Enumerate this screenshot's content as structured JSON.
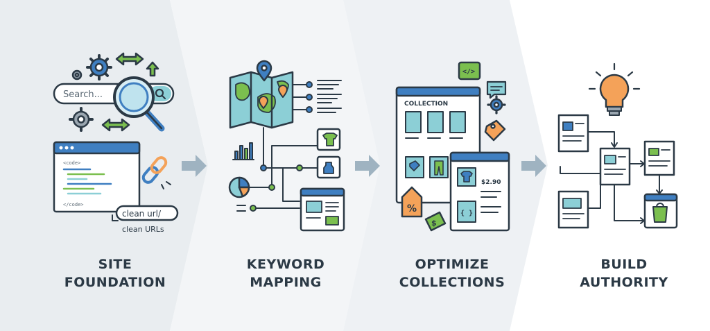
{
  "steps": [
    {
      "line1": "SITE",
      "line2": "FOUNDATION"
    },
    {
      "line1": "KEYWORD",
      "line2": "MAPPING"
    },
    {
      "line1": "OPTIMIZE",
      "line2": "COLLECTIONS"
    },
    {
      "line1": "BUILD",
      "line2": "AUTHORITY"
    }
  ],
  "foundation": {
    "search_placeholder": "Search...",
    "code_open": "<code>",
    "code_close": "</code>",
    "url_1": "clean url/",
    "url_2": "clean URLs"
  },
  "collections": {
    "window_title": "COLLECTION",
    "price": "$2.90",
    "percent_tag": "%",
    "dollar_tag": "$",
    "code_badge": "</>",
    "braces": "{ }"
  },
  "colors": {
    "outline": "#2b3945",
    "blue": "#3f7fc1",
    "teal": "#8ccfd6",
    "green": "#7bbf4f",
    "orange": "#f4a259",
    "bg_panel": "#eef1f4"
  },
  "icons": [
    "search-icon",
    "gear-icon",
    "arrows-icon",
    "link-icon",
    "map-pin-icon",
    "pie-chart-icon",
    "bar-chart-icon",
    "tshirt-icon",
    "price-tag-icon",
    "lightbulb-icon",
    "shopify-bag-icon",
    "flow-arrow-icon"
  ]
}
